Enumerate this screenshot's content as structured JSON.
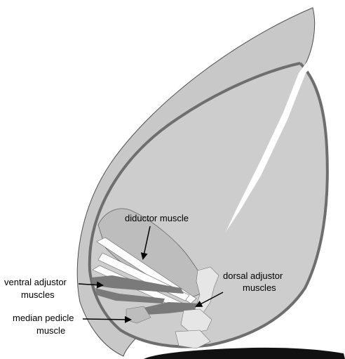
{
  "colors": {
    "shell_fill": "#c8c8c8",
    "inner_fill": "#cdcdcd",
    "outline": "#505050",
    "rim": "#6e6e6e",
    "muscle_dark": "#7a7a7a",
    "muscle_light": "#bdbdbd",
    "pale": "#e6e6e6",
    "base": "#111111",
    "gap": "#ffffff"
  },
  "labels": {
    "diductor": [
      "diductor muscle"
    ],
    "dorsal_adjustor": [
      "dorsal adjustor",
      "muscles"
    ],
    "ventral_adjustor": [
      "ventral adjustor",
      "muscles"
    ],
    "median_pedicle": [
      "median pedicle",
      "muscle"
    ]
  }
}
